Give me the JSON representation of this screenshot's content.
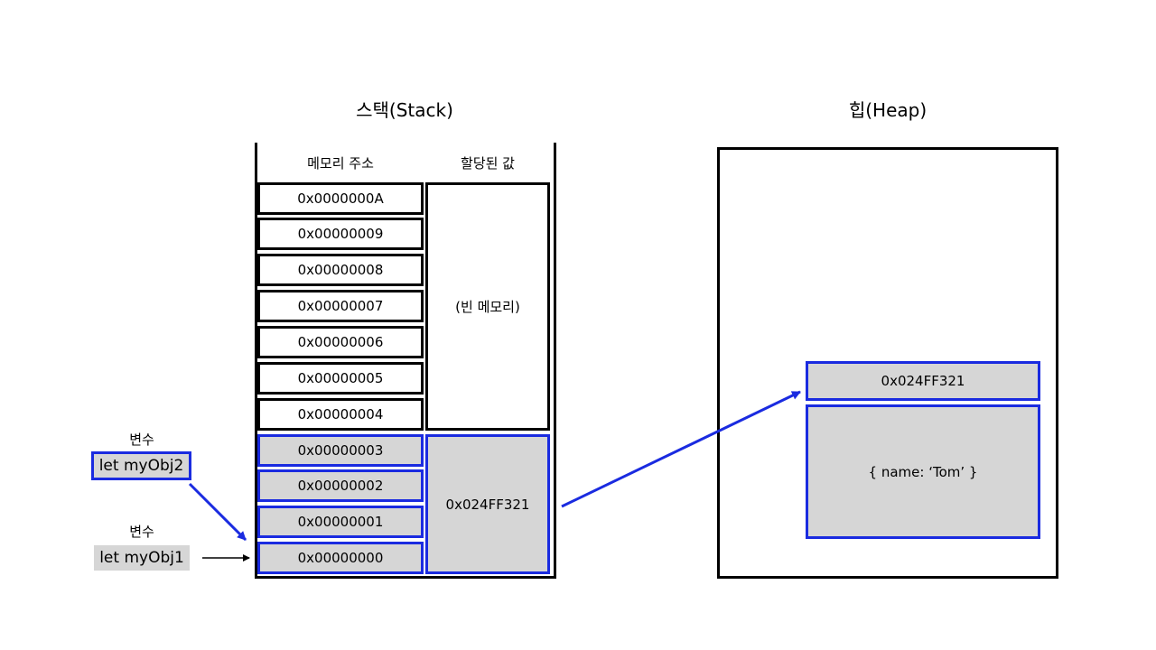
{
  "stack": {
    "title": "스택(Stack)",
    "address_header": "메모리 주소",
    "value_header": "할당된 값",
    "addresses": [
      "0x0000000A",
      "0x00000009",
      "0x00000008",
      "0x00000007",
      "0x00000006",
      "0x00000005",
      "0x00000004",
      "0x00000003",
      "0x00000002",
      "0x00000001",
      "0x00000000"
    ],
    "empty_value": "(빈 메모리)",
    "allocated_value": "0x024FF321"
  },
  "heap": {
    "title": "힙(Heap)",
    "address": "0x024FF321",
    "value": "{ name: ‘Tom’ }"
  },
  "variables": {
    "var2": {
      "label": "변수",
      "name": "let myObj2"
    },
    "var1": {
      "label": "변수",
      "name": "let myObj1"
    }
  },
  "colors": {
    "highlight_border": "#1a2be0",
    "allocated_fill": "#d6d6d6",
    "line": "#000000"
  }
}
